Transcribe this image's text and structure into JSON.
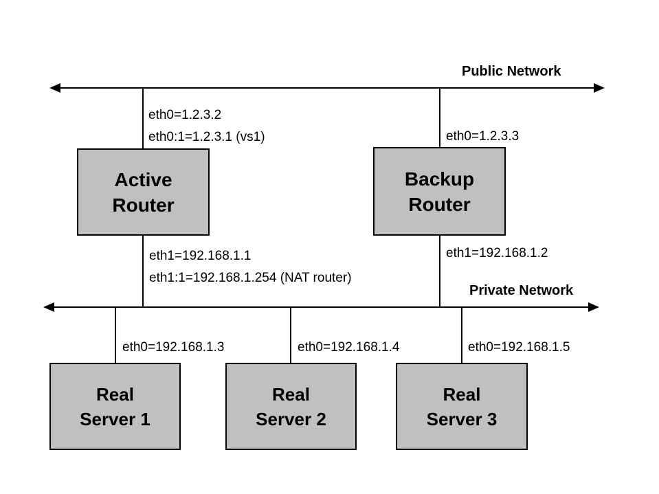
{
  "diagram": {
    "public_network": {
      "label": "Public Network"
    },
    "private_network": {
      "label": "Private Network"
    },
    "routers": {
      "active": {
        "line1": "Active",
        "line2": "Router",
        "eth0": "eth0=1.2.3.2",
        "eth0_alias": "eth0:1=1.2.3.1 (vs1)",
        "eth1": "eth1=192.168.1.1",
        "eth1_alias": "eth1:1=192.168.1.254 (NAT router)"
      },
      "backup": {
        "line1": "Backup",
        "line2": "Router",
        "eth0": "eth0=1.2.3.3",
        "eth1": "eth1=192.168.1.2"
      }
    },
    "servers": {
      "s1": {
        "line1": "Real",
        "line2": "Server 1",
        "eth0": "eth0=192.168.1.3"
      },
      "s2": {
        "line1": "Real",
        "line2": "Server 2",
        "eth0": "eth0=192.168.1.4"
      },
      "s3": {
        "line1": "Real",
        "line2": "Server 3",
        "eth0": "eth0=192.168.1.5"
      }
    },
    "colors": {
      "background": "#ffffff",
      "box_fill": "#c0c0c0",
      "box_border": "#000000",
      "line": "#000000"
    }
  }
}
